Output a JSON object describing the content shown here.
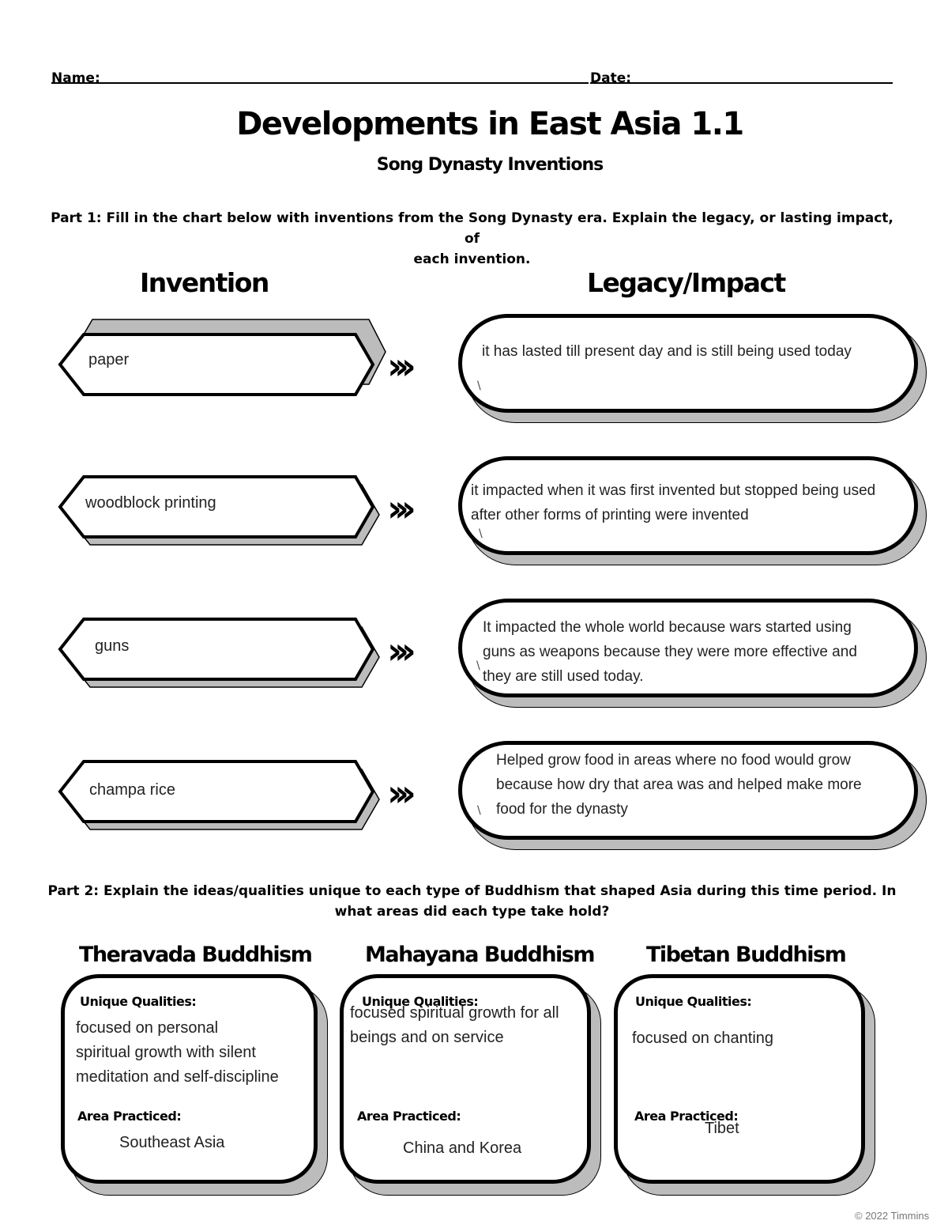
{
  "header": {
    "name_label": "Name:",
    "date_label": "Date:"
  },
  "title": "Developments in East Asia 1.1",
  "subtitle": "Song Dynasty Inventions",
  "part1": {
    "instruction_line1": "Part 1: Fill in the chart below with inventions from the Song Dynasty era. Explain the legacy, or lasting impact, of",
    "instruction_line2": "each invention.",
    "col_invention": "Invention",
    "col_legacy": "Legacy/Impact",
    "arrow": "›››",
    "rows": [
      {
        "invention": "paper",
        "legacy": [
          "it has lasted till present day and is still being used today"
        ]
      },
      {
        "invention": "woodblock printing",
        "legacy": [
          "it impacted when it was first invented but stopped being used",
          "after other forms of printing were invented"
        ]
      },
      {
        "invention": "guns",
        "legacy": [
          "It impacted the whole world because wars started using",
          "guns as weapons because they were more effective and",
          "they are still used today."
        ]
      },
      {
        "invention": "champa rice",
        "legacy": [
          "Helped grow food in areas where no food would grow",
          "because how dry that area was and helped make more",
          "food for the dynasty"
        ]
      }
    ]
  },
  "part2": {
    "instruction_line1": "Part 2: Explain the ideas/qualities unique to each type of Buddhism that shaped Asia during this time period. In",
    "instruction_line2": "what areas did each type take hold?",
    "unique_label": "Unique Qualities:",
    "area_label": "Area Practiced:",
    "types": [
      {
        "name": "Theravada Buddhism",
        "qualities": [
          "focused on personal",
          "spiritual growth with silent",
          "meditation and self-discipline"
        ],
        "area": "Southeast Asia"
      },
      {
        "name": "Mahayana Buddhism",
        "qualities": [
          "focused spiritual growth for all",
          "beings and on service"
        ],
        "area": "China and Korea"
      },
      {
        "name": "Tibetan Buddhism",
        "qualities": [
          "focused on chanting"
        ],
        "area": "Tibet"
      }
    ]
  },
  "footer": {
    "copyright": "© 2022 Timmins"
  }
}
